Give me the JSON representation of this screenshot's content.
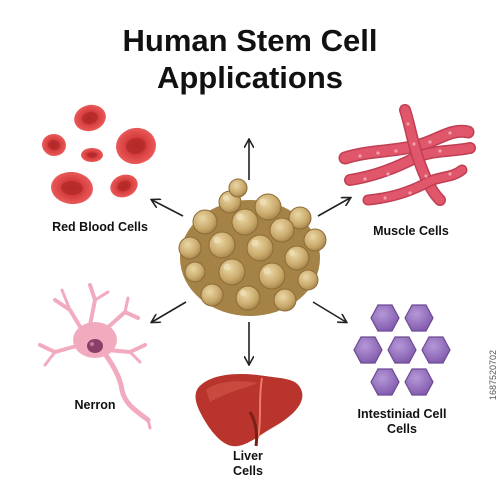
{
  "title": {
    "line1": "Human Stem Cell",
    "line2": "Applications"
  },
  "labels": {
    "red_blood_cells": "Red Blood Cells",
    "muscle_cells": "Muscle Cells",
    "neuron": "Nerron",
    "liver_line1": "Liver",
    "liver_line2": "Cells",
    "intestine_line1": "Intestiniad Cell",
    "intestine_line2": "Cells"
  },
  "watermark": "1687520702",
  "colors": {
    "arrow": "#222222",
    "rbc": "#e04a4a",
    "rbc_inner": "#c23434",
    "muscle": "#e0566a",
    "muscle_dots": "#f3a2ad",
    "neuron": "#f2aabf",
    "neuron_nucleus": "#8a3f6a",
    "liver": "#b8342c",
    "liver_highlight": "#d25246",
    "intestine": "#8f69b8",
    "intestine_highlight": "#b296d6",
    "stem": "#c9a96a",
    "stem_shadow": "#8e6b37",
    "stem_highlight": "#e8d3a0"
  }
}
